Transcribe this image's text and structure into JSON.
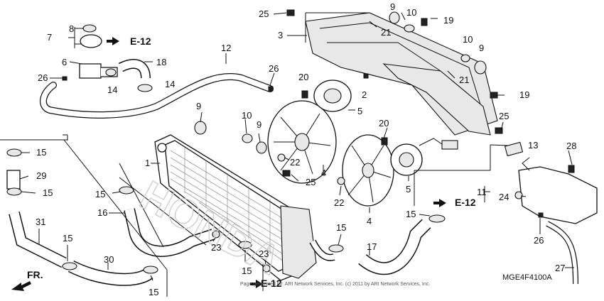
{
  "diagram": {
    "code": "MGE4F4100A",
    "copyright": "Page generated by: ARI Network Services, Inc. (c) 2011 by ARI Network Services, Inc.",
    "watermark": "HONDA",
    "front_label": "FR.",
    "references": [
      "E-12",
      "E-12",
      "E-12"
    ],
    "callouts": [
      {
        "id": "c25a",
        "label": "25"
      },
      {
        "id": "c9a",
        "label": "9"
      },
      {
        "id": "c10a",
        "label": "10"
      },
      {
        "id": "c19a",
        "label": "19"
      },
      {
        "id": "c21a",
        "label": "21"
      },
      {
        "id": "c3",
        "label": "3"
      },
      {
        "id": "c8",
        "label": "8"
      },
      {
        "id": "c7",
        "label": "7"
      },
      {
        "id": "c6",
        "label": "6"
      },
      {
        "id": "c18",
        "label": "18"
      },
      {
        "id": "c26a",
        "label": "26"
      },
      {
        "id": "c14a",
        "label": "14"
      },
      {
        "id": "c14b",
        "label": "14"
      },
      {
        "id": "c12",
        "label": "12"
      },
      {
        "id": "c26b",
        "label": "26"
      },
      {
        "id": "c20a",
        "label": "20"
      },
      {
        "id": "c2",
        "label": "2"
      },
      {
        "id": "c5a",
        "label": "5"
      },
      {
        "id": "c10b",
        "label": "10"
      },
      {
        "id": "c9b",
        "label": "9"
      },
      {
        "id": "c21b",
        "label": "21"
      },
      {
        "id": "c19b",
        "label": "19"
      },
      {
        "id": "c9c",
        "label": "9"
      },
      {
        "id": "c10c",
        "label": "10"
      },
      {
        "id": "c9d",
        "label": "9"
      },
      {
        "id": "c20b",
        "label": "20"
      },
      {
        "id": "c25b",
        "label": "25"
      },
      {
        "id": "c13",
        "label": "13"
      },
      {
        "id": "c28",
        "label": "28"
      },
      {
        "id": "c15a",
        "label": "15"
      },
      {
        "id": "c29",
        "label": "29"
      },
      {
        "id": "c15b",
        "label": "15"
      },
      {
        "id": "c1",
        "label": "1"
      },
      {
        "id": "c22a",
        "label": "22"
      },
      {
        "id": "c4a",
        "label": "4"
      },
      {
        "id": "c25c",
        "label": "25"
      },
      {
        "id": "c15c",
        "label": "15"
      },
      {
        "id": "c16",
        "label": "16"
      },
      {
        "id": "c31",
        "label": "31"
      },
      {
        "id": "c15d",
        "label": "15"
      },
      {
        "id": "c30",
        "label": "30"
      },
      {
        "id": "c15e",
        "label": "15"
      },
      {
        "id": "c23a",
        "label": "23"
      },
      {
        "id": "c15f",
        "label": "15"
      },
      {
        "id": "c23b",
        "label": "23"
      },
      {
        "id": "c22b",
        "label": "22"
      },
      {
        "id": "c4b",
        "label": "4"
      },
      {
        "id": "c5b",
        "label": "5"
      },
      {
        "id": "c15g",
        "label": "15"
      },
      {
        "id": "c17",
        "label": "17"
      },
      {
        "id": "c15h",
        "label": "15"
      },
      {
        "id": "c11",
        "label": "11"
      },
      {
        "id": "c24",
        "label": "24"
      },
      {
        "id": "c26c",
        "label": "26"
      },
      {
        "id": "c27",
        "label": "27"
      }
    ]
  }
}
